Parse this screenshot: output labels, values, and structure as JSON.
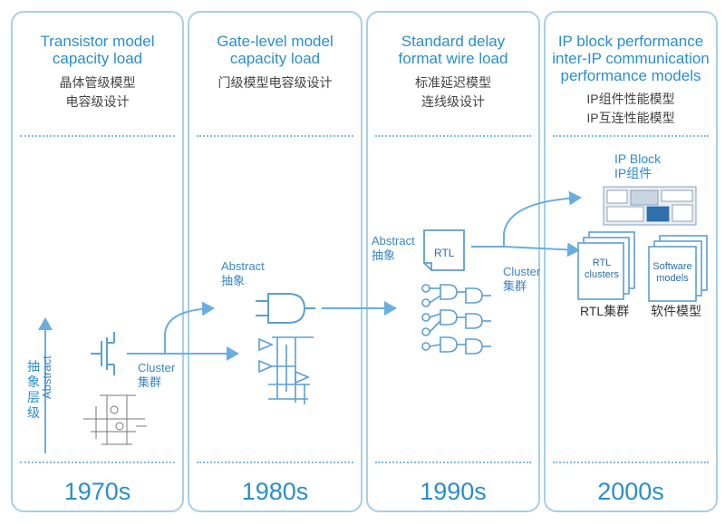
{
  "panels": [
    {
      "title": [
        "Transistor model",
        "capacity load"
      ],
      "subtitle": [
        "晶体管级模型",
        "电容级设计"
      ],
      "era": "1970s"
    },
    {
      "title": [
        "Gate-level model",
        "capacity load"
      ],
      "subtitle": [
        "门级模型电容级设计"
      ],
      "era": "1980s"
    },
    {
      "title": [
        "Standard delay",
        "format wire load"
      ],
      "subtitle": [
        "标准延迟模型",
        "连线级设计"
      ],
      "era": "1990s"
    },
    {
      "title": [
        "IP block performance",
        "inter-IP communication",
        "performance models"
      ],
      "subtitle": [
        "IP组件性能模型",
        "IP互连性能模型"
      ],
      "era": "2000s"
    }
  ],
  "labels": {
    "abstraction_axis_cn": "抽象层级",
    "abstraction_axis_en": "Abstract",
    "cluster_en": "Cluster",
    "cluster_cn": "集群",
    "abstract_en": "Abstract",
    "abstract_cn": "抽象",
    "rtl": "RTL",
    "ip_block_en": "IP Block",
    "ip_block_cn": "IP组件",
    "rtl_clusters": [
      "RTL",
      "clusters"
    ],
    "software_models": [
      "Software",
      "models"
    ],
    "rtl_cluster_cn": "RTL集群",
    "software_model_cn": "软件模型"
  },
  "colors": {
    "accent": "#2a8ed0",
    "border": "#a7cfe9",
    "line": "#6aaedf"
  }
}
